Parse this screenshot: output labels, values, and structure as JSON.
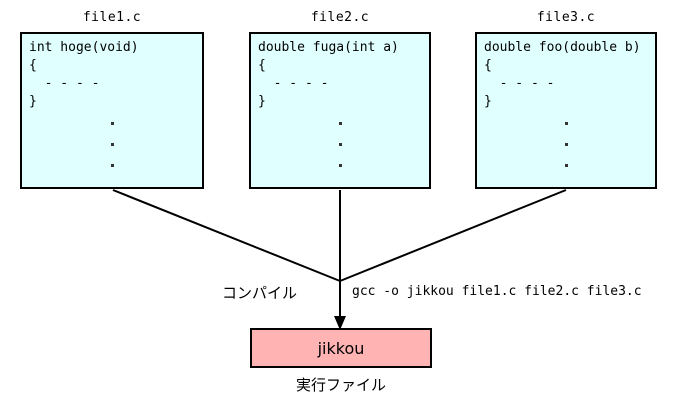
{
  "diagram": {
    "title_hidden": "C compilation diagram",
    "colors": {
      "source_fill": "#e0ffff",
      "executable_fill": "#ffb3b3",
      "stroke": "#000000",
      "background": "#ffffff"
    },
    "source_files": [
      {
        "title": "file1.c",
        "code": "int hoge(void)\n{\n  - - - -\n}",
        "dots": [
          "•",
          "•",
          "•"
        ]
      },
      {
        "title": "file2.c",
        "code": "double fuga(int a)\n{\n  - - - -\n}",
        "dots": [
          "•",
          "•",
          "•"
        ]
      },
      {
        "title": "file3.c",
        "code": "double foo(double b)\n{\n  - - - -\n}",
        "dots": [
          "•",
          "•",
          "•"
        ]
      }
    ],
    "compile_label": "コンパイル",
    "compile_command": "gcc -o jikkou file1.c file2.c file3.c",
    "executable": {
      "name": "jikkou",
      "caption": "実行ファイル"
    }
  }
}
